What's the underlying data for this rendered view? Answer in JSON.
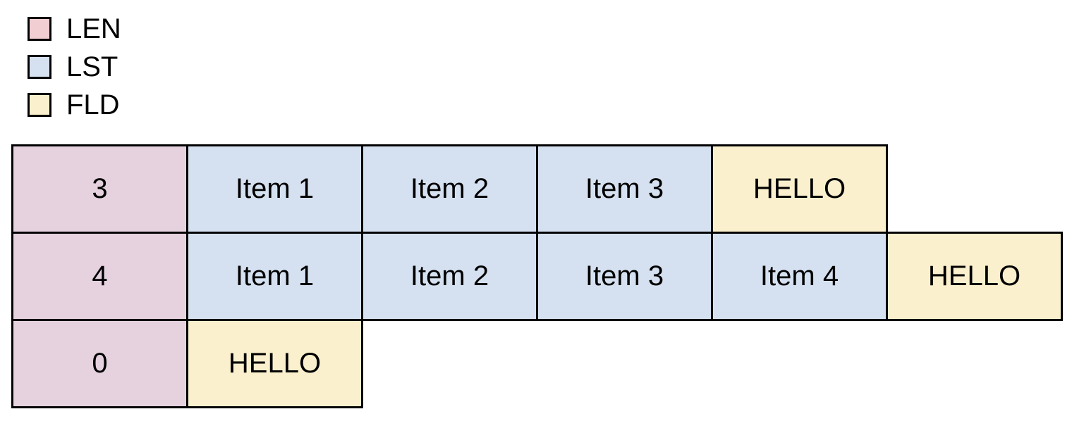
{
  "canvas": {
    "background": "#ffffff",
    "border_color": "#000000",
    "text_color": "#000000"
  },
  "legend": {
    "items": [
      {
        "id": "len",
        "label": "LEN",
        "color": "#F0CED1"
      },
      {
        "id": "lst",
        "label": "LST",
        "color": "#D5E1F0"
      },
      {
        "id": "fld",
        "label": "FLD",
        "color": "#FAF0CD"
      }
    ]
  },
  "diagram": {
    "cell_colors": {
      "LEN": "#E6D1DE",
      "LST": "#D5E1F0",
      "FLD": "#FAF0CD"
    },
    "rows": [
      {
        "name": "list-of-3",
        "cells": [
          {
            "type": "LEN",
            "label": "3"
          },
          {
            "type": "LST",
            "label": "Item 1"
          },
          {
            "type": "LST",
            "label": "Item 2"
          },
          {
            "type": "LST",
            "label": "Item 3"
          },
          {
            "type": "FLD",
            "label": "HELLO"
          }
        ]
      },
      {
        "name": "list-of-4",
        "cells": [
          {
            "type": "LEN",
            "label": "4"
          },
          {
            "type": "LST",
            "label": "Item 1"
          },
          {
            "type": "LST",
            "label": "Item 2"
          },
          {
            "type": "LST",
            "label": "Item 3"
          },
          {
            "type": "LST",
            "label": "Item 4"
          },
          {
            "type": "FLD",
            "label": "HELLO"
          }
        ]
      },
      {
        "name": "list-of-0",
        "cells": [
          {
            "type": "LEN",
            "label": "0"
          },
          {
            "type": "FLD",
            "label": "HELLO"
          }
        ]
      }
    ]
  }
}
